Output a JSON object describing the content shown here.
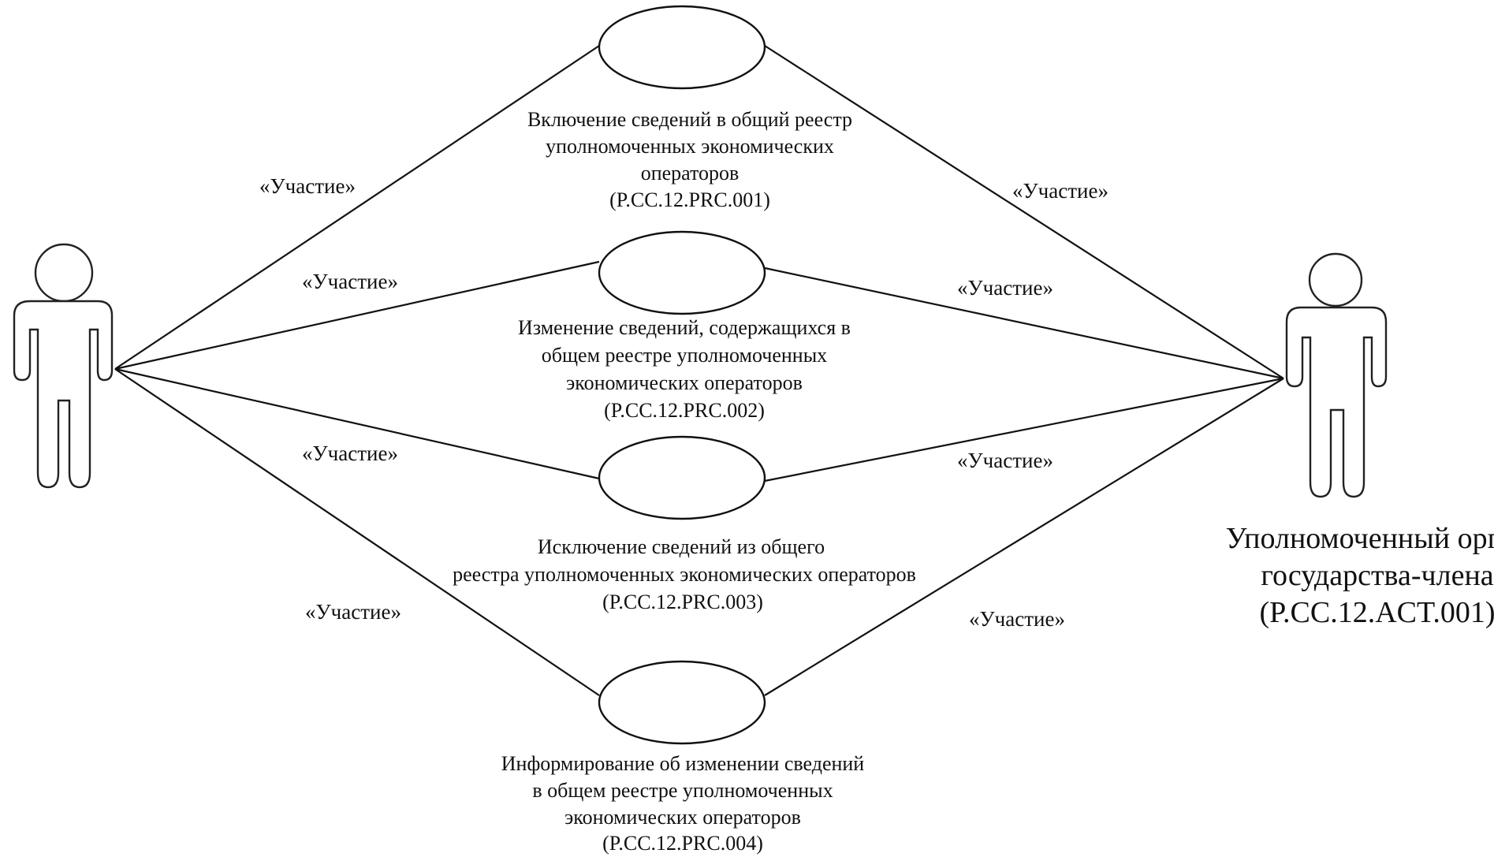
{
  "use_cases": [
    {
      "id": "uc1",
      "lines": [
        "Включение сведений в общий реестр",
        "уполномоченных экономических",
        "операторов",
        "(P.CC.12.PRC.001)"
      ]
    },
    {
      "id": "uc2",
      "lines": [
        "Изменение сведений, содержащихся в",
        "общем реестре уполномоченных",
        "экономических операторов",
        "(P.CC.12.PRC.002)"
      ]
    },
    {
      "id": "uc3",
      "lines": [
        "Исключение сведений из общего",
        "реестра уполномоченных экономических операторов",
        "(P.CC.12.PRC.003)"
      ]
    },
    {
      "id": "uc4",
      "lines": [
        "Информирование об изменении сведений",
        "в общем реестре уполномоченных",
        "экономических операторов",
        "(P.CC.12.PRC.004)"
      ]
    }
  ],
  "actors": [
    {
      "id": "left-actor",
      "lines": []
    },
    {
      "id": "right-actor",
      "lines": [
        "Уполномоченный орган",
        "государства-члена",
        "(P.CC.12.ACT.001)"
      ]
    }
  ],
  "edge_labels": {
    "left": [
      "«Участие»",
      "«Участие»",
      "«Участие»",
      "«Участие»"
    ],
    "right": [
      "«Участие»",
      "«Участие»",
      "«Участие»",
      "«Участие»"
    ]
  }
}
